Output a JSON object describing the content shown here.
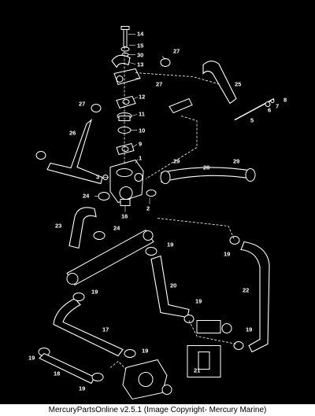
{
  "caption": "MercuryPartsOnline v2.5.1 (Image Copyright- Mercury Marine)",
  "colors": {
    "background": "#000000",
    "line": "#ffffff",
    "caption_bg": "#ffffff",
    "caption_text": "#000000"
  },
  "callouts": [
    "14",
    "15",
    "30",
    "13",
    "27",
    "27",
    "12",
    "11",
    "10",
    "9",
    "1",
    "27",
    "26",
    "25",
    "5",
    "6",
    "7",
    "8",
    "3",
    "24",
    "16",
    "2",
    "29",
    "28",
    "29",
    "23",
    "24",
    "19",
    "19",
    "20",
    "22",
    "19",
    "19",
    "17",
    "19",
    "19",
    "19",
    "18",
    "19",
    "21"
  ]
}
